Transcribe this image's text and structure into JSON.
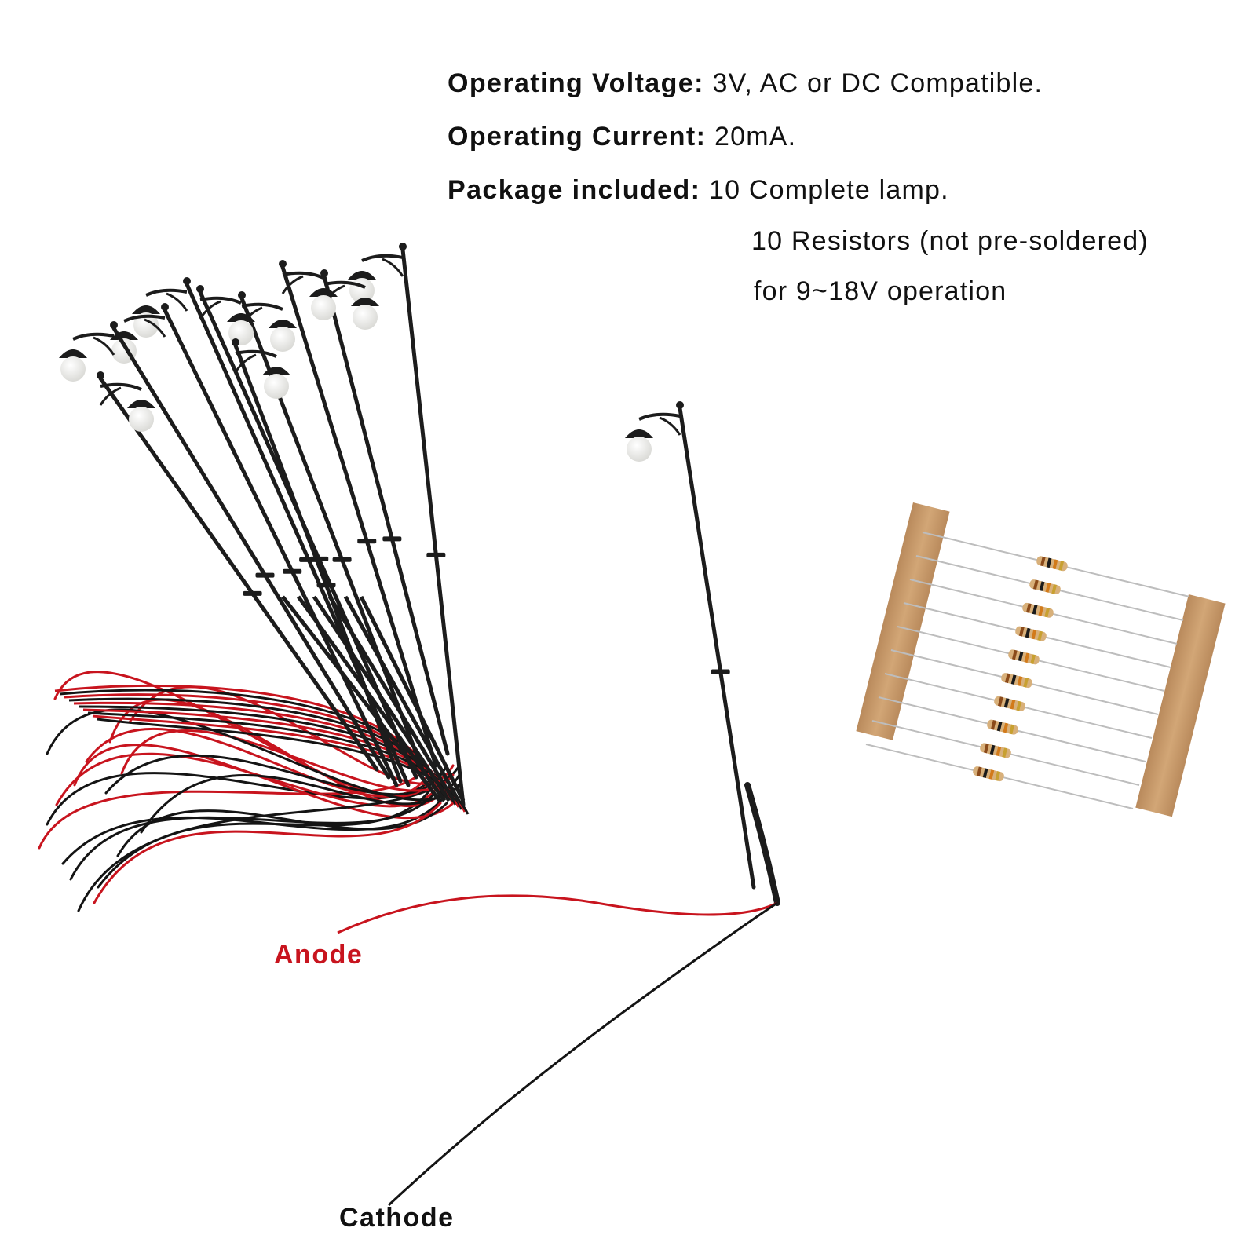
{
  "specs": {
    "voltage": {
      "label": "Operating Voltage:",
      "value": "3V, AC or DC Compatible."
    },
    "current": {
      "label": "Operating Current:",
      "value": "20mA."
    },
    "package": {
      "label": "Package included:",
      "line1": "10 Complete lamp.",
      "line2": "10 Resistors (not pre-soldered)",
      "line3": "for 9~18V operation"
    }
  },
  "labels": {
    "anode": "Anode",
    "cathode": "Cathode"
  },
  "colors": {
    "anode_text": "#c8141e",
    "wire_red": "#c8141e",
    "wire_black": "#141414",
    "lamp_post": "#1c1c1c",
    "globe": "#f1f1ef",
    "tape": "#c89a6a"
  },
  "product": {
    "lamp_bundle_count": 10,
    "single_lamp_count": 1,
    "resistor_count": 10
  }
}
